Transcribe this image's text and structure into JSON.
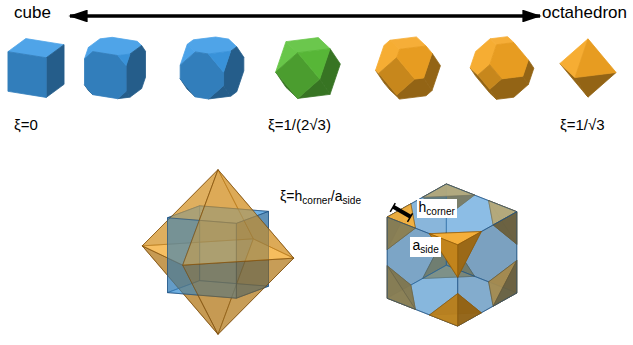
{
  "diagram": {
    "labels": [
      "cube",
      "octahedron",
      "ξ=0",
      "ξ=1/(2√3)",
      "ξ=1/√3",
      "ξ=h",
      "corner",
      "/a",
      "side",
      "h",
      "corner",
      "a",
      "side"
    ]
  }
}
